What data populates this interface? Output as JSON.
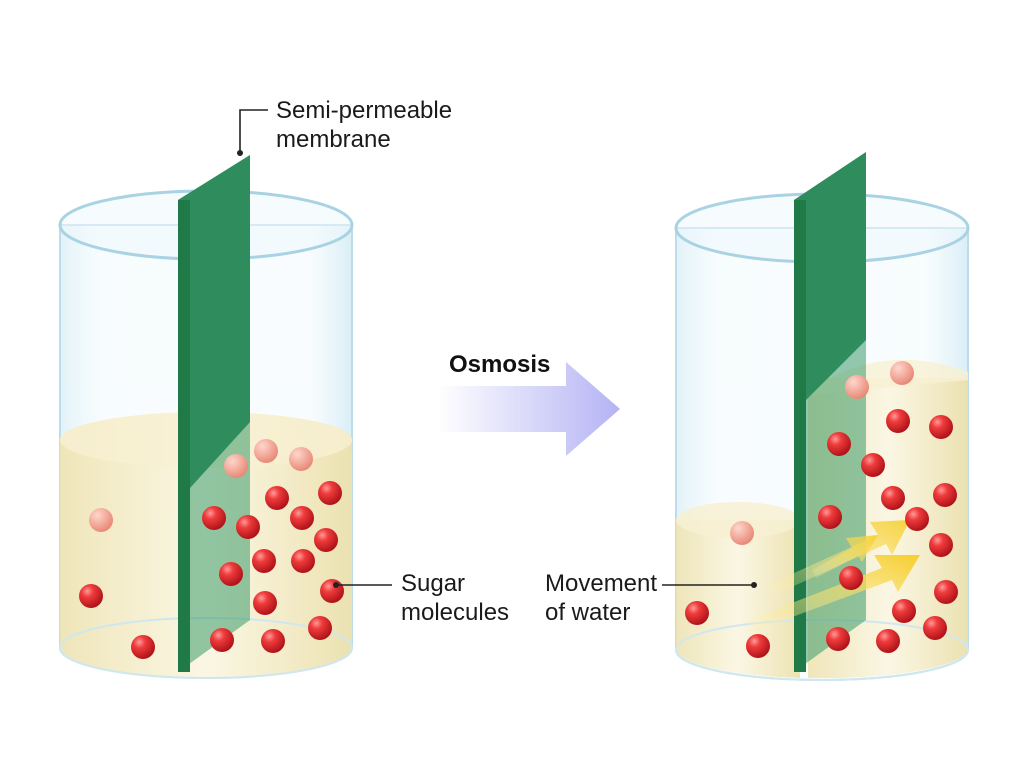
{
  "diagram": {
    "title": "Osmosis",
    "labels": {
      "membrane_line1": "Semi-permeable",
      "membrane_line2": "membrane",
      "sugar_line1": "Sugar",
      "sugar_line2": "molecules",
      "water_line1": "Movement",
      "water_line2": "of water"
    },
    "colors": {
      "membrane": "#2e8a5c",
      "membrane_dark": "#1f6e45",
      "sugar_molecule": "#e3262b",
      "solution": "#f5ecc4",
      "arrow_osmosis": "#b9b8f5",
      "arrow_water": "#f7d13a"
    }
  }
}
